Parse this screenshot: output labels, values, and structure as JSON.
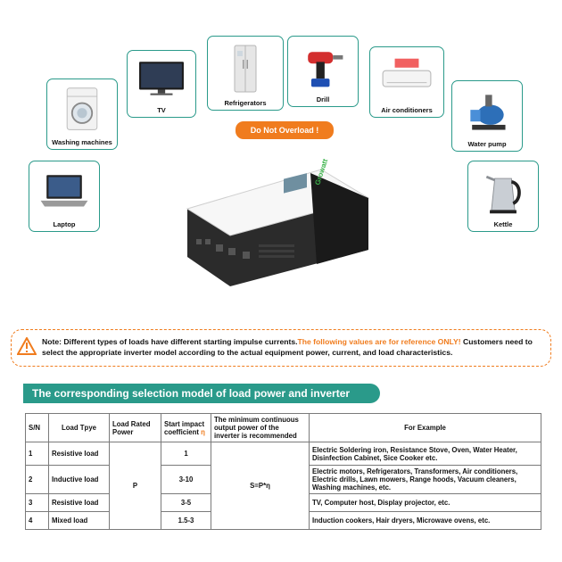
{
  "appliances": [
    {
      "id": "tv",
      "label": "TV"
    },
    {
      "id": "refrigerators",
      "label": "Refrigerators"
    },
    {
      "id": "drill",
      "label": "Drill"
    },
    {
      "id": "air-conditioners",
      "label": "Air conditioners"
    },
    {
      "id": "washing-machines",
      "label": "Washing machines"
    },
    {
      "id": "water-pump",
      "label": "Water pump"
    },
    {
      "id": "laptop",
      "label": "Laptop"
    },
    {
      "id": "kettle",
      "label": "Kettle"
    }
  ],
  "warning_button": "Do Not Overload !",
  "inverter": {
    "brand": "Growatt"
  },
  "note": {
    "prefix": "Note: Different types of loads have different starting impulse currents.",
    "highlight": "The following values are for reference ONLY!",
    "suffix": " Customers need to select the appropriate inverter model according to the actual equipment power, current, and load characteristics."
  },
  "section_title": "The corresponding selection model of load power and inverter",
  "table": {
    "headers": {
      "sn": "S/N",
      "load_type": "Load Tpye",
      "rated_power": "Load Rated Power",
      "impact_coef": "Start impact coefficient",
      "eta_symbol": "η",
      "min_power": "The minimum continuous output power of the inverter is recommended",
      "example": "For Example"
    },
    "rated_power_value": "P",
    "formula": "S=P*η",
    "rows": [
      {
        "sn": "1",
        "type": "Resistive load",
        "coef": "1",
        "example": "Electric Soldering iron, Resistance Stove, Oven, Water Heater, Disinfection Cabinet, Sice Cooker  etc."
      },
      {
        "sn": "2",
        "type": "Inductive load",
        "coef": "3-10",
        "example": "Electric motors, Refrigerators, Transformers, Air conditioners, Electric drills, Lawn mowers, Range hoods, Vacuum cleaners, Washing machines, etc."
      },
      {
        "sn": "3",
        "type": "Resistive load",
        "coef": "3-5",
        "example": "TV, Computer host, Display projector, etc."
      },
      {
        "sn": "4",
        "type": "Mixed load",
        "coef": "1.5-3",
        "example": "Induction cookers, Hair dryers, Microwave ovens, etc."
      }
    ]
  },
  "colors": {
    "teal": "#2a9a8a",
    "orange": "#f07c1e"
  }
}
